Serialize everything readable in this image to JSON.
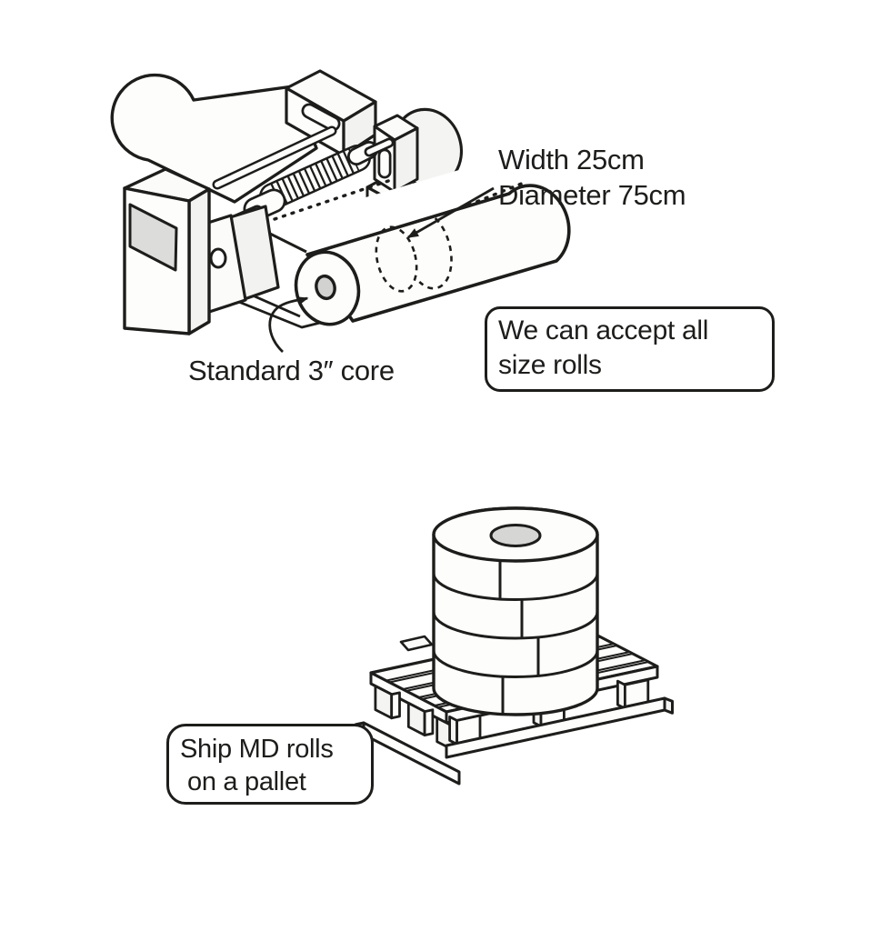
{
  "colors": {
    "line": "#1d1d1b",
    "gray_fill": "#dcdcda",
    "light_fill": "#f6f6f4",
    "white": "#ffffff"
  },
  "top_figure": {
    "description": "slitter rewinder machine winding a finished roll",
    "dimension_label": {
      "line1": "Width 25cm",
      "line2": "Diameter 75cm"
    },
    "core_label": "Standard 3″ core",
    "note_box": {
      "line1": "We can accept all",
      "line2": "size rolls"
    }
  },
  "bottom_figure": {
    "description": "four MD rolls stacked on a wooden pallet",
    "note_box": {
      "line1": "Ship MD rolls",
      "line2": "on a pallet"
    }
  }
}
